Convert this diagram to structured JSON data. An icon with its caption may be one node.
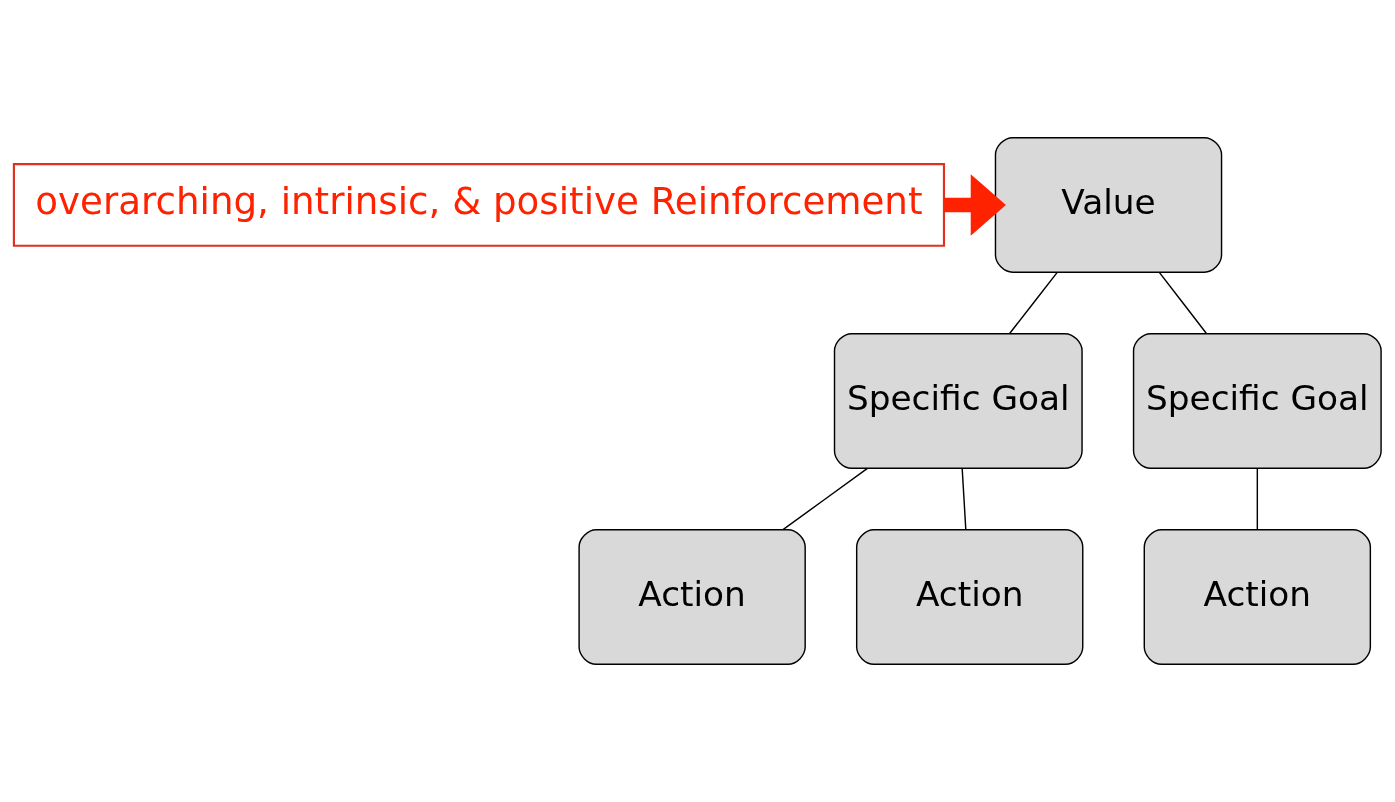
{
  "diagram": {
    "nodes": [
      {
        "text": [
          "overarching, intrinsic, & positive Reinforcement"
        ]
      },
      {
        "text": [
          "Value"
        ]
      },
      {
        "text": [
          "Specific Goal"
        ]
      },
      {
        "text": [
          "Specific Goal"
        ]
      },
      {
        "text": [
          "Action"
        ]
      },
      {
        "text": [
          "Action"
        ]
      },
      {
        "text": [
          "Action"
        ]
      }
    ],
    "edges": [
      {
        "from": 0,
        "to": 1,
        "arrow": "to",
        "style": "thick",
        "color": "#ff2200"
      },
      {
        "from": 1,
        "to": 2,
        "arrow": "none"
      },
      {
        "from": 1,
        "to": 3,
        "arrow": "none"
      },
      {
        "from": 2,
        "to": 4,
        "arrow": "none"
      },
      {
        "from": 2,
        "to": 5,
        "arrow": "none"
      },
      {
        "from": 3,
        "to": 6,
        "arrow": "none"
      }
    ]
  }
}
